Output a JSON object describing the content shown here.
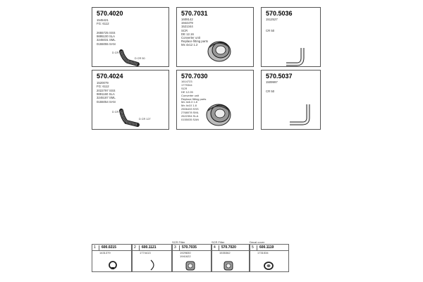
{
  "cards": [
    {
      "part_number": "570.4020",
      "codes": [
        "1545421",
        "FG: 6112"
      ],
      "refs": [
        "2655725 SSS",
        "9895100 SLA",
        "3245031 SML",
        "0155055 SAN"
      ],
      "tag_left": "D CR 50",
      "tag_right": "D CR 50"
    },
    {
      "part_number": "570.7031",
      "codes": [
        "1609142",
        "1944379",
        "1521344",
        "SCR",
        "DE 12.16",
        "Converter unit",
        "Replace fitting parts",
        "Mx 4x12 1.2"
      ],
      "refs": []
    },
    {
      "part_number": "570.5036",
      "codes": [
        "1512527"
      ],
      "refs": [
        "CR 50"
      ]
    },
    {
      "part_number": "570.4024",
      "codes": [
        "1520079",
        "FG: 6112"
      ],
      "refs": [
        "2022797 SSS",
        "9891160 SLA",
        "3245187 SML",
        "0155054 SAN"
      ],
      "tag_left": "D CR 50",
      "tag_right": "D CR 127"
    },
    {
      "part_number": "570.7030",
      "codes": [
        "1614723",
        "1779344",
        "SCR",
        "DE 12.05",
        "Converter unit",
        "Replace fitting parts",
        "Mx 4x6.3 1.8",
        "Mx 4x10 1.8",
        "2506433 SSS",
        "2768078 SML",
        "2622354 SLA",
        "0155035 SAN"
      ],
      "refs": []
    },
    {
      "part_number": "570.5037",
      "codes": [
        "1509997"
      ],
      "refs": [
        "CR 50"
      ]
    }
  ],
  "strip": {
    "labels": [
      "SCR Filter",
      "SCR Filter",
      "Decal cover"
    ],
    "items": [
      {
        "num": "1",
        "part_number": "600.0215",
        "codes": [
          "1431379"
        ]
      },
      {
        "num": "2",
        "part_number": "600.1121",
        "codes": [
          "1774413"
        ]
      },
      {
        "num": "3",
        "part_number": "570.7035",
        "codes": [
          "1929830",
          "1941622"
        ]
      },
      {
        "num": "4",
        "part_number": "570.7020",
        "codes": [
          "1535362"
        ]
      },
      {
        "num": "5",
        "part_number": "600.1119",
        "codes": [
          "1731534"
        ]
      }
    ]
  }
}
